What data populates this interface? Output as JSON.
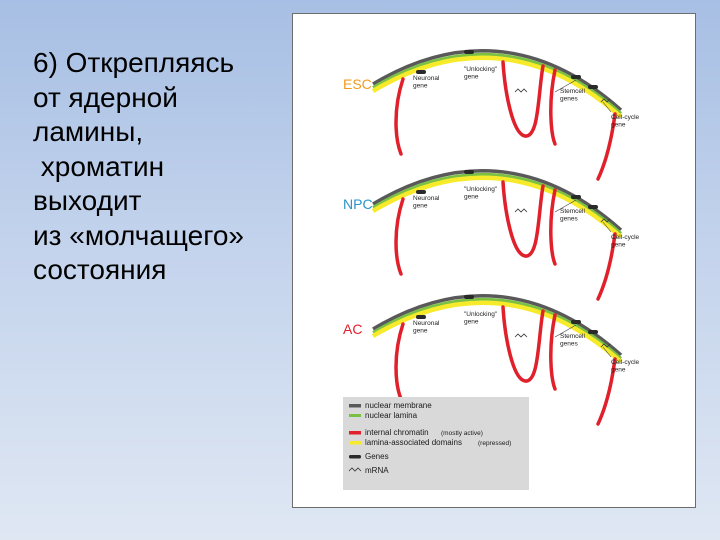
{
  "slide": {
    "text_lines": [
      "6) Открепляясь",
      "от ядерной",
      "ламины,",
      " хроматин",
      "выходит",
      "из «молчащего»",
      "состояния"
    ]
  },
  "figure": {
    "colors": {
      "membrane": "#595959",
      "lamina": "#7ac143",
      "internal": "#e0202a",
      "lad": "#f7ea2a",
      "gene": "#2a2a2a",
      "stage_esc": "#f29a1f",
      "stage_npc": "#2a94c9",
      "stage_ac": "#e0202a",
      "legend_bg": "#d9d9d9"
    },
    "panels": [
      {
        "stage": "ESC",
        "neuronal": [
          "Neuronal",
          "gene"
        ],
        "unlocking": [
          "\"Unlocking\"",
          "gene"
        ],
        "stemcell": [
          "Stemcell",
          "genes"
        ],
        "cellcycle": [
          "Cell-cycle",
          "gene"
        ]
      },
      {
        "stage": "NPC",
        "neuronal": [
          "Neuronal",
          "gene"
        ],
        "unlocking": [
          "\"Unlocking\"",
          "gene"
        ],
        "stemcell": [
          "Stemcell",
          "genes"
        ],
        "cellcycle": [
          "Cell-cycle",
          "gene"
        ]
      },
      {
        "stage": "AC",
        "neuronal": [
          "Neuronal",
          "gene"
        ],
        "unlocking": [
          "\"Unlocking\"",
          "gene"
        ],
        "stemcell": [
          "Stemcell",
          "genes"
        ],
        "cellcycle": [
          "Cell-cycle",
          "gene"
        ]
      }
    ],
    "legend": {
      "membrane": "nuclear membrane",
      "lamina": "nuclear lamina",
      "internal": "internal chromatin",
      "internal_note": "(mostly active)",
      "lad": "lamina-associated domains",
      "lad_note": "(repressed)",
      "genes": "Genes",
      "mrna": "mRNA"
    }
  }
}
